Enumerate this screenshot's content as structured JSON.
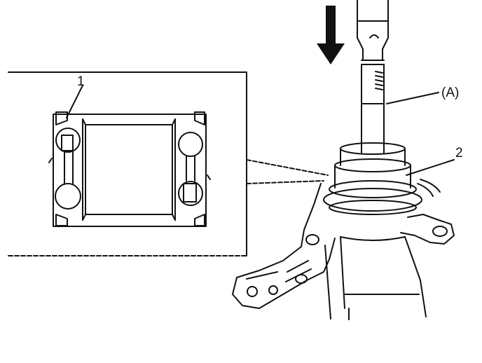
{
  "diagram": {
    "callouts": {
      "part_1": "1",
      "part_2": "2",
      "tool_a": "(A)"
    },
    "colors": {
      "ink": "#111111",
      "paper": "#ffffff"
    }
  }
}
